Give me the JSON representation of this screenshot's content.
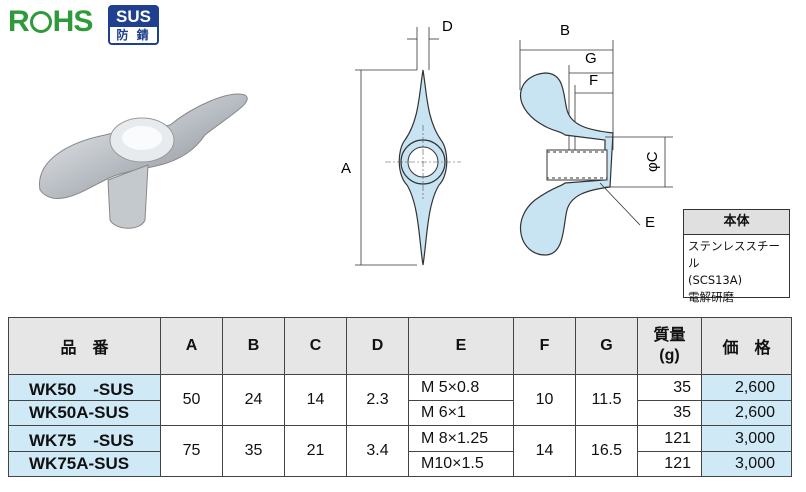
{
  "logos": {
    "rohs_text_left": "R",
    "rohs_text_right": "HS",
    "sus_badge_top": "SUS",
    "sus_badge_bottom": "防 錆"
  },
  "drawing": {
    "dim_labels": {
      "A": "A",
      "B": "B",
      "C": "φC",
      "D": "D",
      "E": "E",
      "F": "F",
      "G": "G"
    }
  },
  "material": {
    "header": "本体",
    "line1": "ステンレススチール",
    "line2": "(SCS13A)",
    "line3": "電解研磨"
  },
  "table": {
    "headers": {
      "code": "品　番",
      "A": "A",
      "B": "B",
      "C": "C",
      "D": "D",
      "E": "E",
      "F": "F",
      "G": "G",
      "mass": "質量\n(g)",
      "price": "価　格"
    },
    "rows": [
      {
        "code": "WK50　-SUS",
        "E": "M  5×0.8",
        "mass": "35",
        "price": "2,600"
      },
      {
        "code": "WK50A-SUS",
        "E": "M  6×1",
        "mass": "35",
        "price": "2,600"
      },
      {
        "code": "WK75　-SUS",
        "E": "M  8×1.25",
        "mass": "121",
        "price": "3,000"
      },
      {
        "code": "WK75A-SUS",
        "E": "M10×1.5",
        "mass": "121",
        "price": "3,000"
      }
    ],
    "groups": [
      {
        "A": "50",
        "B": "24",
        "C": "14",
        "D": "2.3",
        "F": "10",
        "G": "11.5"
      },
      {
        "A": "75",
        "B": "35",
        "C": "21",
        "D": "3.4",
        "F": "14",
        "G": "16.5"
      }
    ]
  }
}
